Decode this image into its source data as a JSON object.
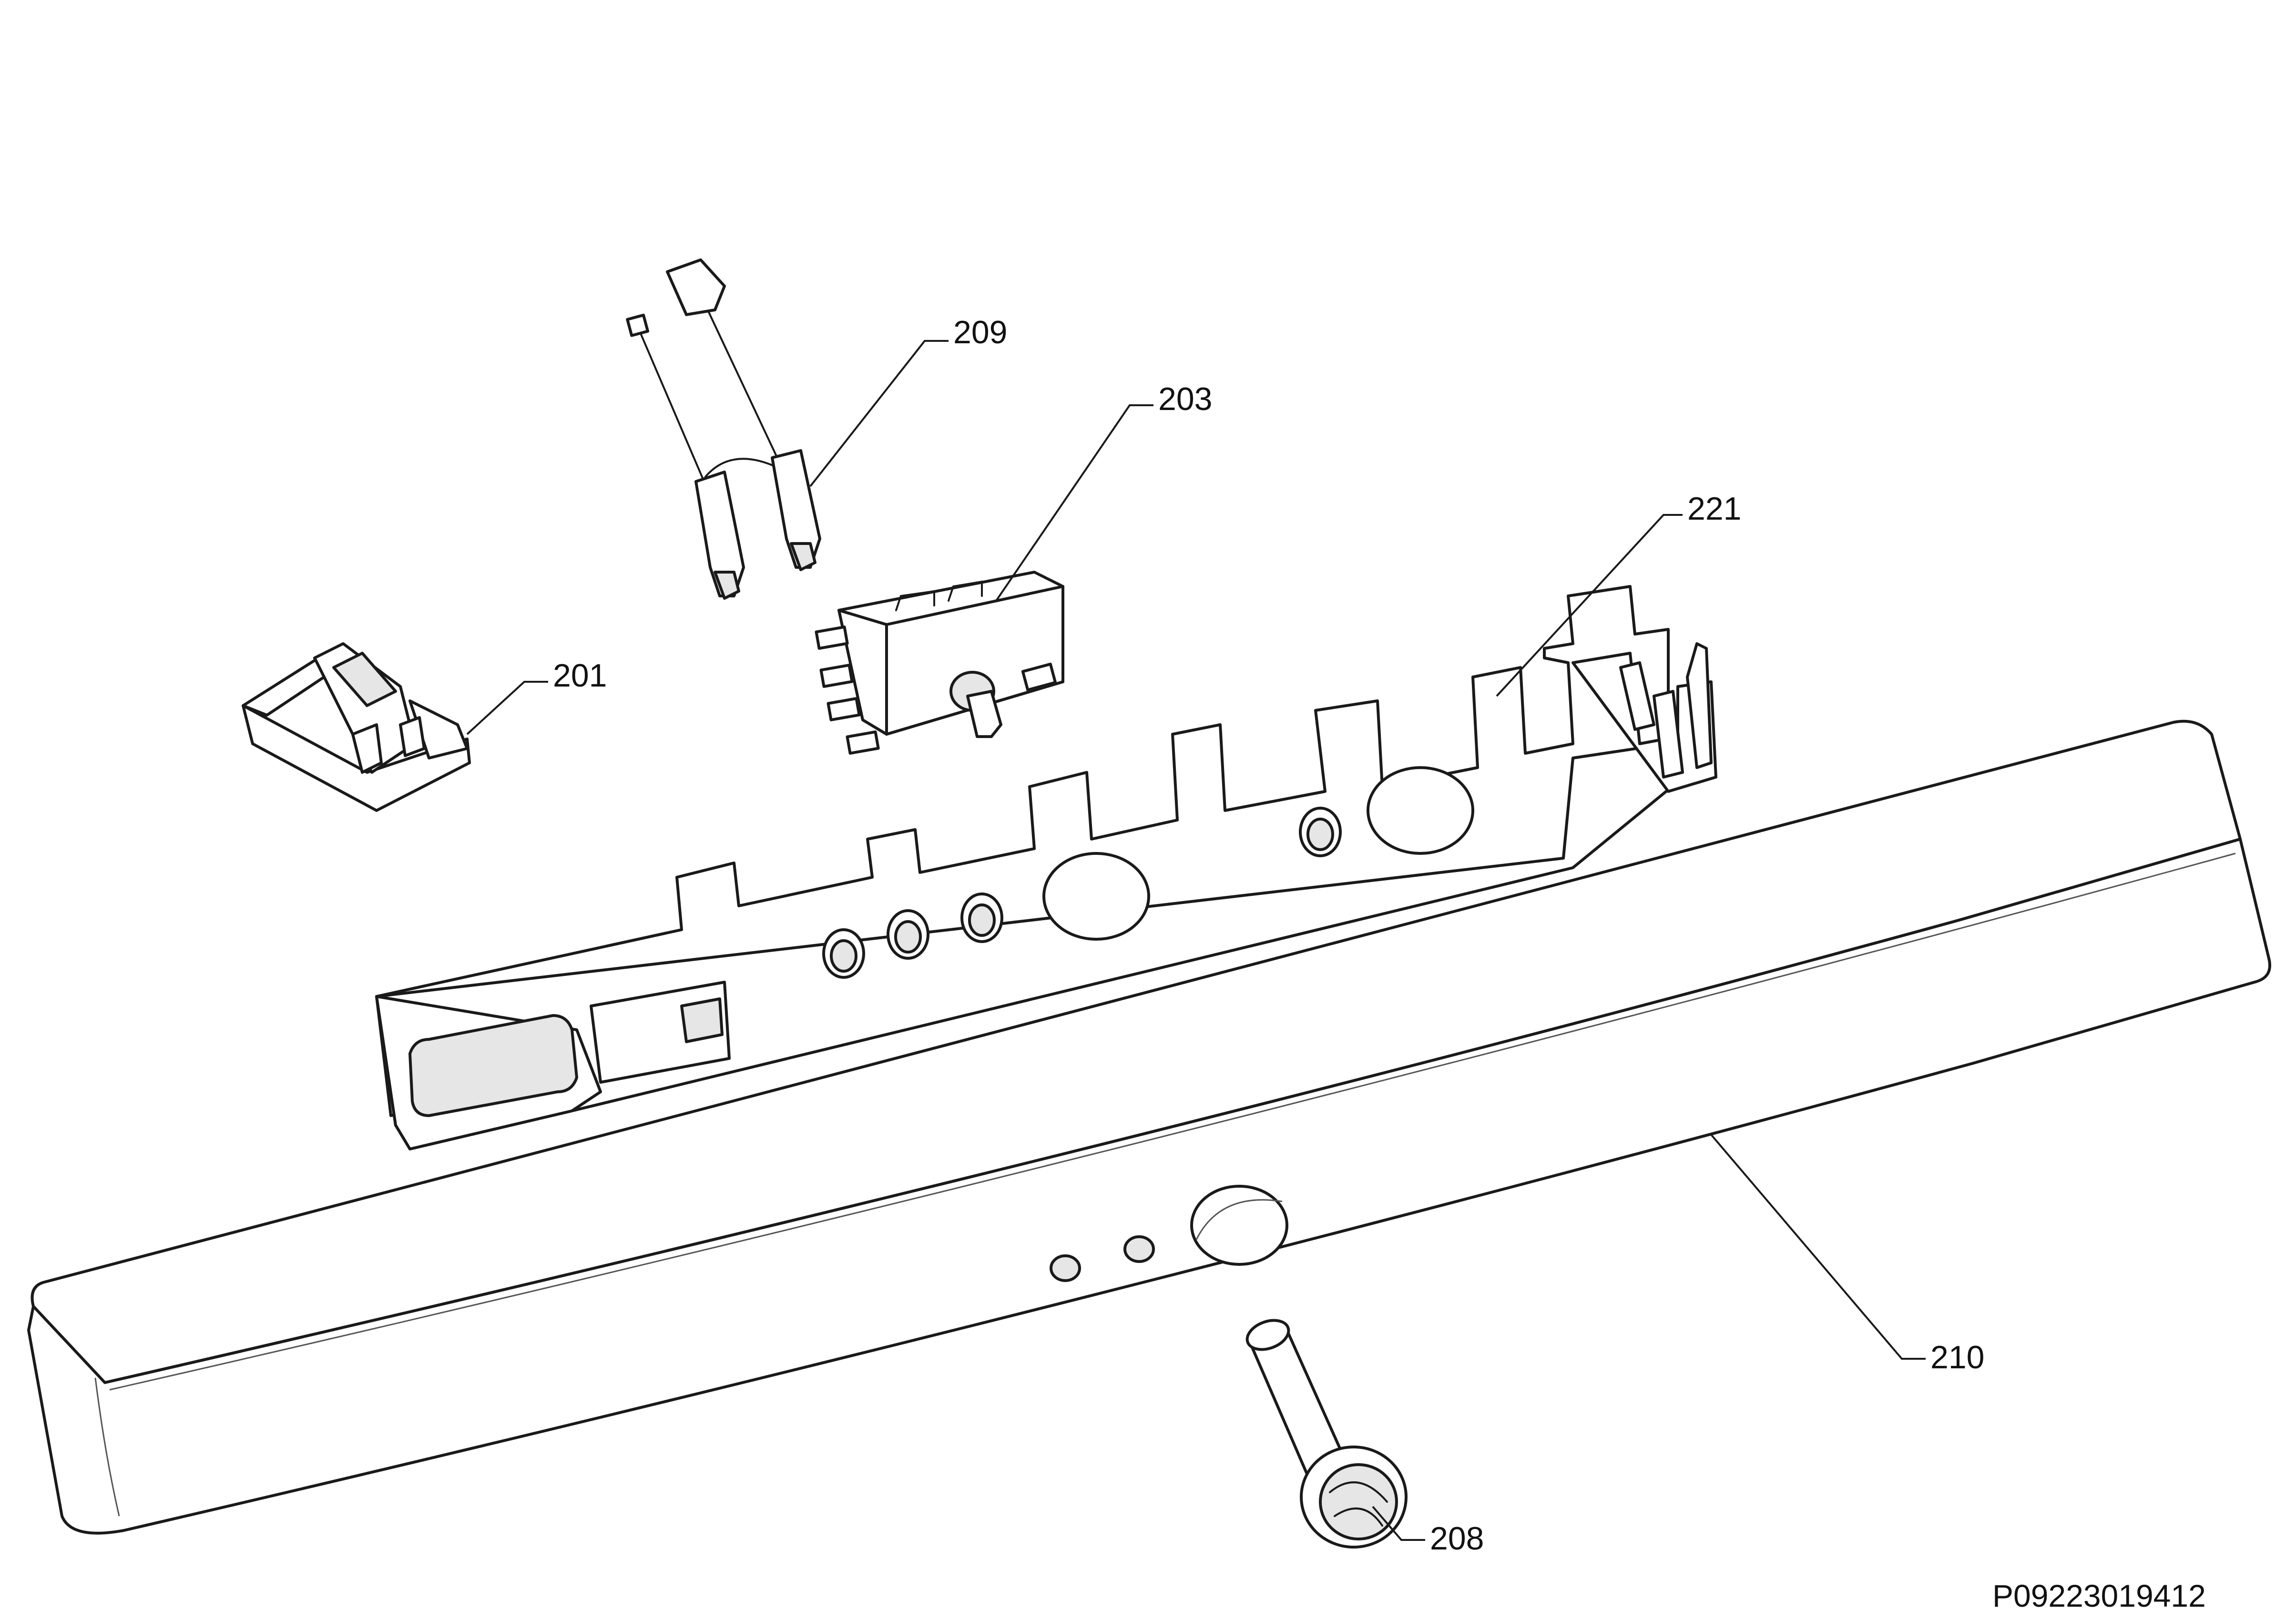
{
  "diagram": {
    "parts": [
      {
        "id": "209",
        "label": "209",
        "icon": "probe-wire-icon"
      },
      {
        "id": "203",
        "label": "203",
        "icon": "thermostat-icon"
      },
      {
        "id": "221",
        "label": "221",
        "icon": "control-panel-bracket-icon"
      },
      {
        "id": "201",
        "label": "201",
        "icon": "lamp-holder-icon"
      },
      {
        "id": "210",
        "label": "210",
        "icon": "control-panel-cover-icon"
      },
      {
        "id": "208",
        "label": "208",
        "icon": "knob-icon"
      }
    ],
    "reference_code": "P09223019412"
  }
}
